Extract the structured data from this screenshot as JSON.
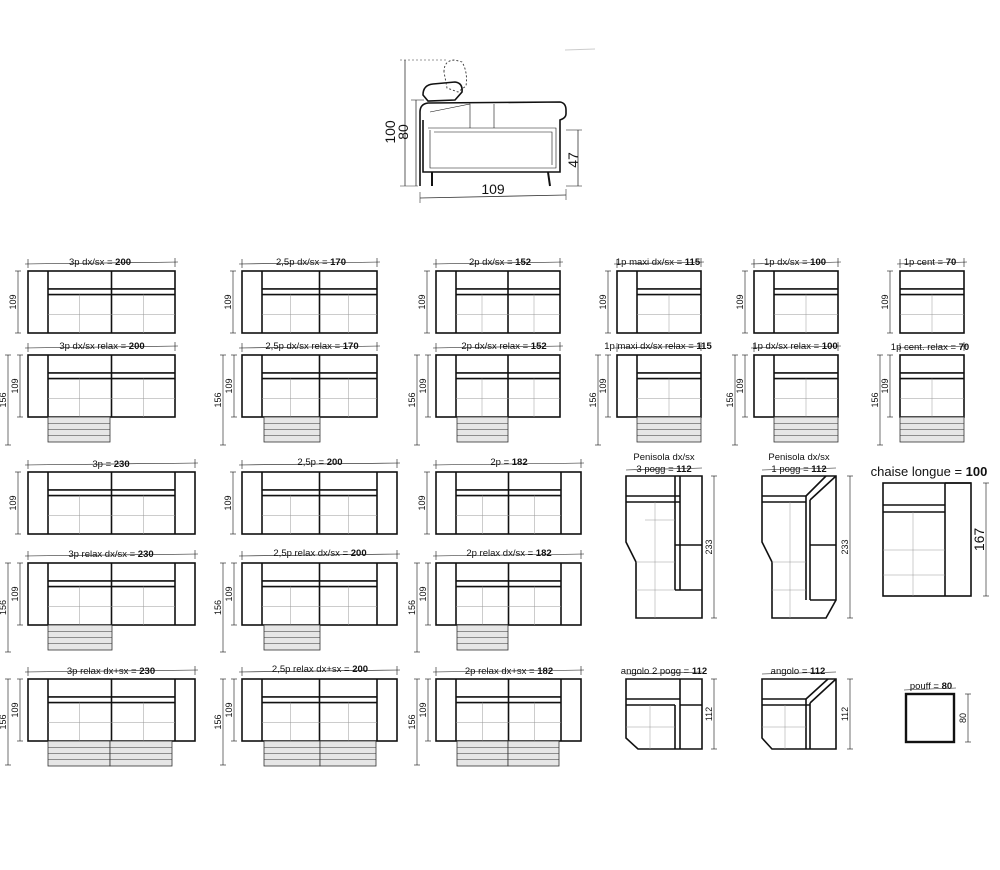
{
  "side_view": {
    "h_total": "100",
    "h_back": "80",
    "h_seat": "47",
    "depth": "109"
  },
  "dims": {
    "d109": "109",
    "d156": "156",
    "d233": "233",
    "d112": "112",
    "d167": "167",
    "d80": "80"
  },
  "labels": {
    "r1c1": {
      "text": "3p dx/sx = ",
      "value": "200"
    },
    "r1c2": {
      "text": "2,5p dx/sx = ",
      "value": "170"
    },
    "r1c3": {
      "text": "2p dx/sx = ",
      "value": "152"
    },
    "r1c4": {
      "text": "1p maxi dx/sx = ",
      "value": "115"
    },
    "r1c5": {
      "text": "1p dx/sx = ",
      "value": "100"
    },
    "r1c6": {
      "text": "1p cent = ",
      "value": "70"
    },
    "r2c1": {
      "text": "3p dx/sx relax = ",
      "value": "200"
    },
    "r2c2": {
      "text": "2,5p dx/sx relax = ",
      "value": "170"
    },
    "r2c3": {
      "text": "2p dx/sx relax = ",
      "value": "152"
    },
    "r2c4": {
      "text": "1p maxi dx/sx relax = ",
      "value": "115"
    },
    "r2c5": {
      "text": "1p dx/sx relax = ",
      "value": "100"
    },
    "r2c6": {
      "text": "1p cent. relax = ",
      "value": "70"
    },
    "r3c1": {
      "text": "3p = ",
      "value": "230"
    },
    "r3c2": {
      "text": "2,5p = ",
      "value": "200"
    },
    "r3c3": {
      "text": "2p = ",
      "value": "182"
    },
    "r3c4": {
      "line1": "Penisola dx/sx",
      "text": "3 pogg = ",
      "value": "112"
    },
    "r3c5": {
      "line1": "Penisola dx/sx",
      "text": "1 pogg = ",
      "value": "112"
    },
    "r3c6": {
      "text": "chaise longue = ",
      "value": "100"
    },
    "r4c1": {
      "text": "3p relax dx/sx = ",
      "value": "230"
    },
    "r4c2": {
      "text": "2,5p relax dx/sx = ",
      "value": "200"
    },
    "r4c3": {
      "text": "2p  relax dx/sx = ",
      "value": "182"
    },
    "r5c1": {
      "text": "3p relax dx+sx = ",
      "value": "230"
    },
    "r5c2": {
      "text": "2,5p relax dx+sx = ",
      "value": "200"
    },
    "r5c3": {
      "text": "2p  relax dx+sx = ",
      "value": "182"
    },
    "r5c4": {
      "text": "angolo 2 pogg = ",
      "value": "112"
    },
    "r5c5": {
      "text": "angolo = ",
      "value": "112"
    },
    "r5c6": {
      "text": "pouff = ",
      "value": "80"
    }
  }
}
